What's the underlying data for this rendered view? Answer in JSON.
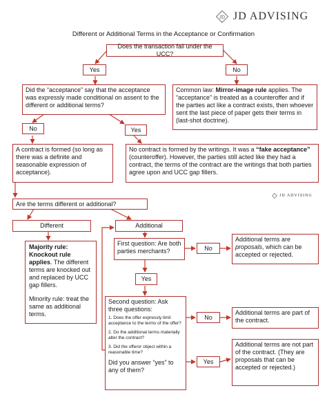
{
  "header": {
    "logo_text": "JD ADVISING",
    "logo_small_text": "JD ADVISING",
    "title": "Different or Additional Terms in the Acceptance or Confirmation"
  },
  "nodes": {
    "ucc_question": "Does the transaction fall under the UCC?",
    "yes_1": "Yes",
    "no_1": "No",
    "acceptance_question": "Did the “acceptance” say that the acceptance was expressly made conditional on assent to the different or additional terms?",
    "common_law": {
      "lead": "Common law: ",
      "bold": "Mirror-image rule",
      "rest": " applies. The “acceptance” is treated as a counteroffer and if the parties act like a contract exists, then whoever sent the last piece of paper gets their terms in (last-shot doctrine)."
    },
    "no_2": "No",
    "yes_2": "Yes",
    "contract_formed": "A contract is formed (so long as there was a definite and seasonable expression of acceptance).",
    "no_contract": {
      "lead": "No contract is formed by the writings. It was a ",
      "bold": "“fake acceptance”",
      "rest": " (counteroffer). However, the parties still acted like they had a contract, the terms of the contract are the writings that both parties agree upon and UCC gap fillers."
    },
    "different_or_additional": "Are the terms different or additional?",
    "different": "Different",
    "additional": "Additional",
    "majority_rule": {
      "bold": "Majority rule: Knockout rule applies",
      "rest": ". The different terms are knocked out and replaced by UCC gap fillers."
    },
    "minority_rule": "Minority rule: treat the same as additional terms.",
    "first_question": "First question: Are both parties merchants?",
    "no_3": "No",
    "proposals": {
      "lead": "Additional terms are ",
      "italic": "proposals",
      "rest": ", which can be accepted or rejected."
    },
    "yes_3": "Yes",
    "second_question": {
      "intro": "Second question: Ask three questions:",
      "q1": "1. Does the offer expressly limit acceptance to the terms of the offer?",
      "q2": "2. Do the additional terms materially alter the contract?",
      "q3": "3. Did the offeror object within a reasonable time?",
      "closing": "Did you answer “yes” to any of them?"
    },
    "no_4": "No",
    "part_of_contract": "Additional terms are part of the contract.",
    "yes_4": "Yes",
    "not_part": "Additional terms are not part of the contract. (They are proposals that can be accepted or rejected.)"
  },
  "colors": {
    "border": "#b03030",
    "arrow": "#c0392b"
  },
  "icons": [
    "jd-advising-logo-icon",
    "jd-advising-small-logo-icon"
  ]
}
